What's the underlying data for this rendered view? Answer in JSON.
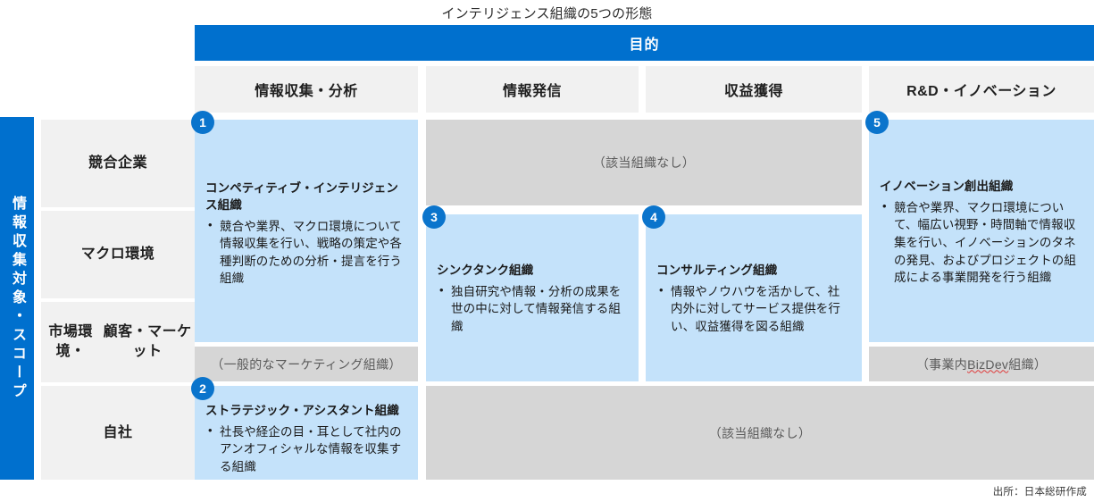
{
  "title": "インテリジェンス組織の5つの形態",
  "axes": {
    "purpose_band": "目的",
    "scope_bar": "情報収集対象・スコープ"
  },
  "columns": [
    {
      "label": "情報収集・分析"
    },
    {
      "label": "情報発信"
    },
    {
      "label": "収益獲得"
    },
    {
      "label": "R&D・イノベーション"
    }
  ],
  "rows": [
    {
      "label": "競合企業"
    },
    {
      "label": "マクロ環境"
    },
    {
      "label": "市場環境・\n顧客・マーケット"
    },
    {
      "label": "自社"
    }
  ],
  "row_labels": {
    "r1": "競合企業",
    "r2": "マクロ環境",
    "r3_line1": "市場環境・",
    "r3_line2": "顧客・マーケット",
    "r4": "自社"
  },
  "cells": {
    "competitive_intelligence": {
      "number": "1",
      "title": "コンペティティブ・インテリジェンス組織",
      "bullet": "競合や業界、マクロ環境について情報収集を行い、戦略の策定や各種判断のための分析・提言を行う組織"
    },
    "strategic_assistant": {
      "number": "2",
      "title": "ストラテジック・アシスタント組織",
      "bullet": "社長や経企の目・耳として社内のアンオフィシャルな情報を収集する組織"
    },
    "think_tank": {
      "number": "3",
      "title": "シンクタンク組織",
      "bullet": "独自研究や情報・分析の成果を世の中に対して情報発信する組織"
    },
    "consulting": {
      "number": "4",
      "title": "コンサルティング組織",
      "bullet": "情報やノウハウを活かして、社内外に対してサービス提供を行い、収益獲得を図る組織"
    },
    "innovation": {
      "number": "5",
      "title": "イノベーション創出組織",
      "bullet": "競合や業界、マクロ環境について、幅広い視野・時間軸で情報収集を行い、イノベーションのタネの発見、およびプロジェクトの組成による事業開発を行う組織"
    }
  },
  "empty_cells": {
    "top_none": "（該当組織なし）",
    "marketing_note": "（一般的なマーケティング組織）",
    "bizdev_prefix": "（事業内",
    "bizdev_spellchecked": "BizDev",
    "bizdev_suffix": "組織）",
    "bottom_none": "（該当組織なし）"
  },
  "source": "出所：日本総研作成",
  "colors": {
    "brand_blue": "#0070CE",
    "badge_blue": "#0A74CC",
    "cell_blue": "#C4E2FA",
    "cell_gray": "#D6D6D6",
    "header_gray": "#F1F1F1"
  }
}
